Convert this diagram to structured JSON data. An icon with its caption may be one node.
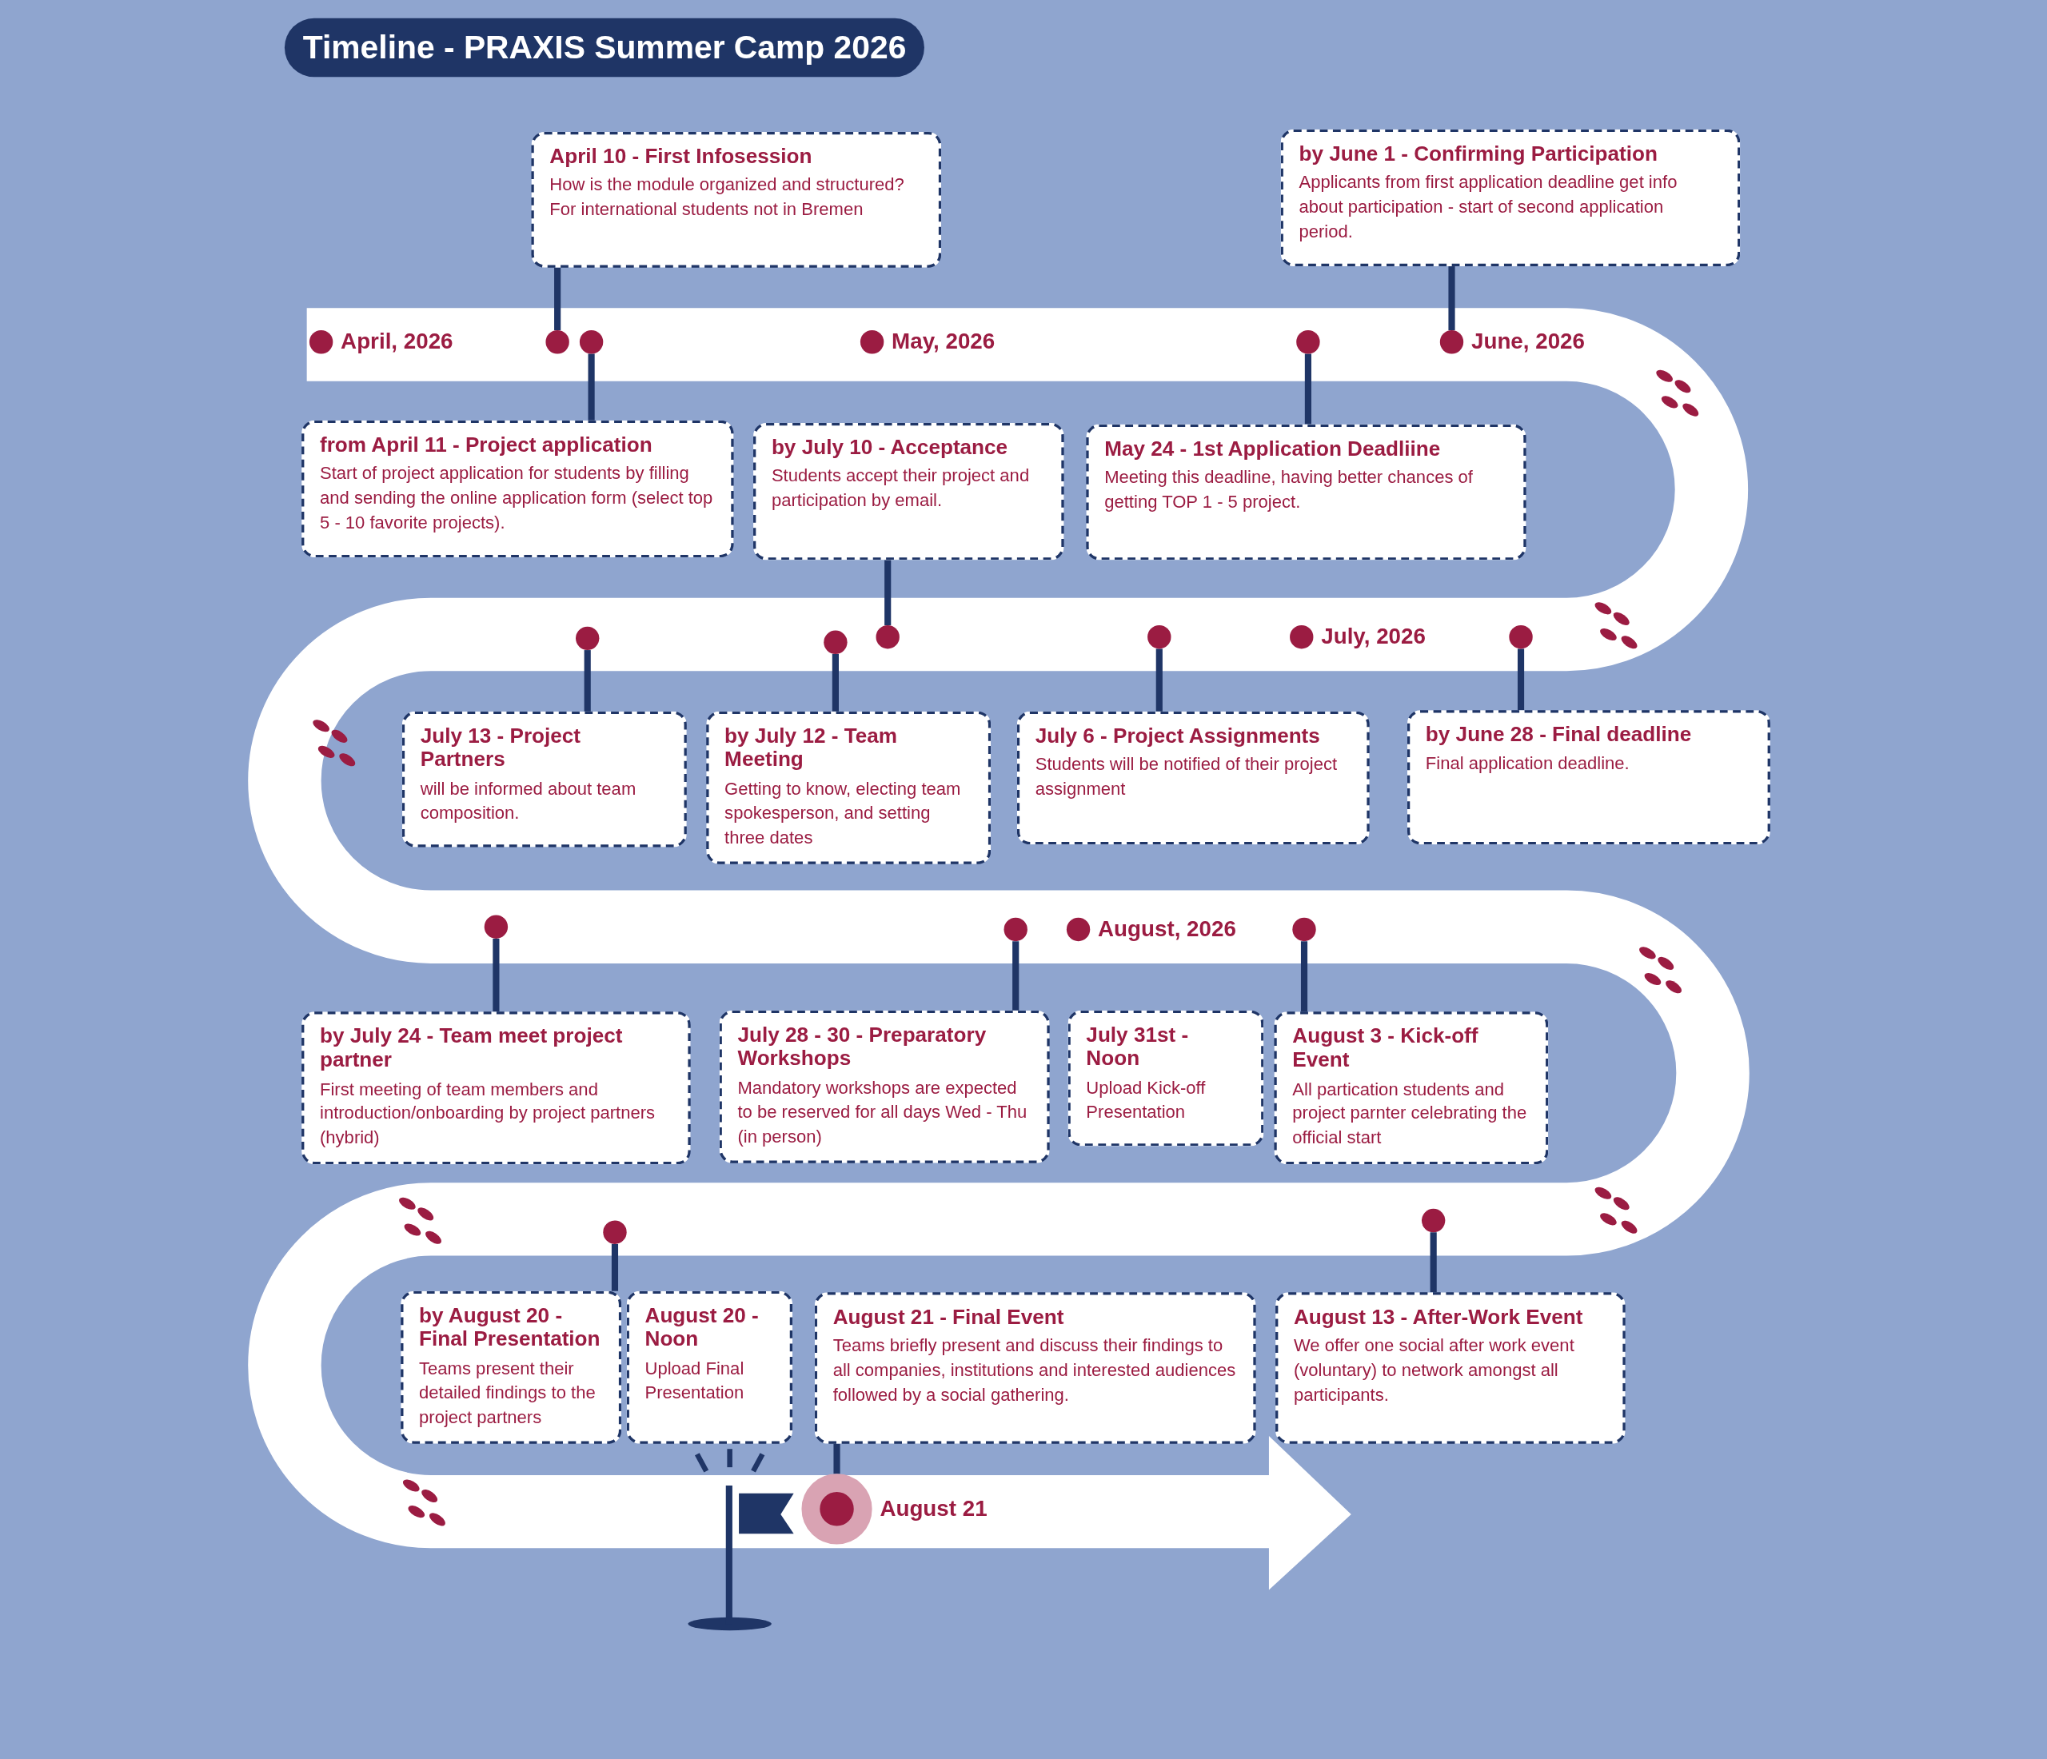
{
  "diagram": {
    "title": "Timeline - PRAXIS Summer Camp 2026",
    "nodes": [
      {
        "text": [
          "April 10 - First Infosession",
          "How is the module organized and structured? For international students not in Bremen"
        ]
      },
      {
        "text": [
          "by June 1 - Confirming Participation",
          "Applicants from first application deadline get info about participation - start of second application period."
        ]
      },
      {
        "text": [
          "from April 11 - Project application",
          "Start of project application for students by filling and sending the online application form (select top 5 - 10 favorite projects)."
        ]
      },
      {
        "text": [
          "by July 10 - Acceptance",
          "Students accept their project and participation by email."
        ]
      },
      {
        "text": [
          "May 24 - 1st Application Deadliine",
          "Meeting this deadline, having better chances of getting TOP 1 - 5 project."
        ]
      },
      {
        "text": [
          "July 13 - Project Partners",
          "will be informed about team composition."
        ]
      },
      {
        "text": [
          "by July 12 - Team Meeting",
          "Getting to know, electing team spokesperson, and setting three dates"
        ]
      },
      {
        "text": [
          "July 6 - Project Assignments",
          "Students will be notified of their project assignment"
        ]
      },
      {
        "text": [
          "by June 28 - Final deadline",
          "Final application deadline."
        ]
      },
      {
        "text": [
          "by July 24 - Team meet project partner",
          "First meeting of team members and introduction/onboarding by project partners (hybrid)"
        ]
      },
      {
        "text": [
          "July 28 - 30 - Preparatory Workshops",
          "Mandatory workshops are expected to be reserved for all days Wed - Thu (in person)"
        ]
      },
      {
        "text": [
          "July 31st - Noon",
          "Upload Kick-off Presentation"
        ]
      },
      {
        "text": [
          "August 3 - Kick-off Event",
          "All partication students and project parnter celebrating the official start"
        ]
      },
      {
        "text": [
          "by August 20 - Final Presentation",
          "Teams present their detailed findings to the project partners"
        ]
      },
      {
        "text": [
          "August 20 - Noon",
          "Upload Final Presentation"
        ]
      },
      {
        "text": [
          "August 21 - Final Event",
          "Teams briefly present and discuss their findings to all companies, institutions and interested audiences followed by a social gathering."
        ]
      },
      {
        "text": [
          "August 13 - After-Work Event",
          "We offer one social after work event (voluntary) to network amongst all participants."
        ]
      },
      {
        "text": [],
        "shape": "circle"
      },
      {
        "text": [],
        "shape": "circle"
      },
      {
        "text": [],
        "shape": "circle"
      },
      {
        "text": [],
        "shape": "circle",
        "beside": [
          "June, 2026"
        ]
      },
      {
        "text": [],
        "shape": "circle"
      },
      {
        "text": [],
        "shape": "circle"
      },
      {
        "text": [],
        "shape": "circle"
      },
      {
        "text": [],
        "shape": "circle"
      },
      {
        "text": [],
        "shape": "circle"
      },
      {
        "text": [],
        "shape": "circle"
      },
      {
        "text": [],
        "shape": "circle"
      },
      {
        "text": [],
        "shape": "circle"
      },
      {
        "text": [],
        "shape": "circle"
      },
      {
        "text": [],
        "shape": "circle"
      },
      {
        "text": [],
        "shape": "circle",
        "beside": [
          "August 21"
        ]
      },
      {
        "text": [],
        "shape": "circle",
        "beside": [
          "April, 2026"
        ]
      },
      {
        "text": [],
        "shape": "circle",
        "beside": [
          "May, 2026"
        ]
      },
      {
        "text": [],
        "shape": "circle",
        "beside": [
          "July, 2026"
        ]
      },
      {
        "text": [],
        "shape": "circle",
        "beside": [
          "August, 2026"
        ]
      }
    ],
    "edges": [
      {
        "from": 0,
        "to": 17,
        "arrow": "none"
      },
      {
        "from": 2,
        "to": 18,
        "arrow": "none"
      },
      {
        "from": 4,
        "to": 19,
        "arrow": "none"
      },
      {
        "from": 1,
        "to": 20,
        "arrow": "none"
      },
      {
        "from": 5,
        "to": 21,
        "arrow": "none"
      },
      {
        "from": 6,
        "to": 22,
        "arrow": "none"
      },
      {
        "from": 3,
        "to": 23,
        "arrow": "none"
      },
      {
        "from": 7,
        "to": 24,
        "arrow": "none"
      },
      {
        "from": 8,
        "to": 25,
        "arrow": "none"
      },
      {
        "from": 9,
        "to": 26,
        "arrow": "none"
      },
      {
        "from": 10,
        "to": 27,
        "arrow": "none"
      },
      {
        "from": 12,
        "to": 28,
        "arrow": "none"
      },
      {
        "from": 13,
        "to": 29,
        "arrow": "none"
      },
      {
        "from": 16,
        "to": 30,
        "arrow": "none"
      },
      {
        "from": 15,
        "to": 31,
        "arrow": "none"
      }
    ]
  }
}
